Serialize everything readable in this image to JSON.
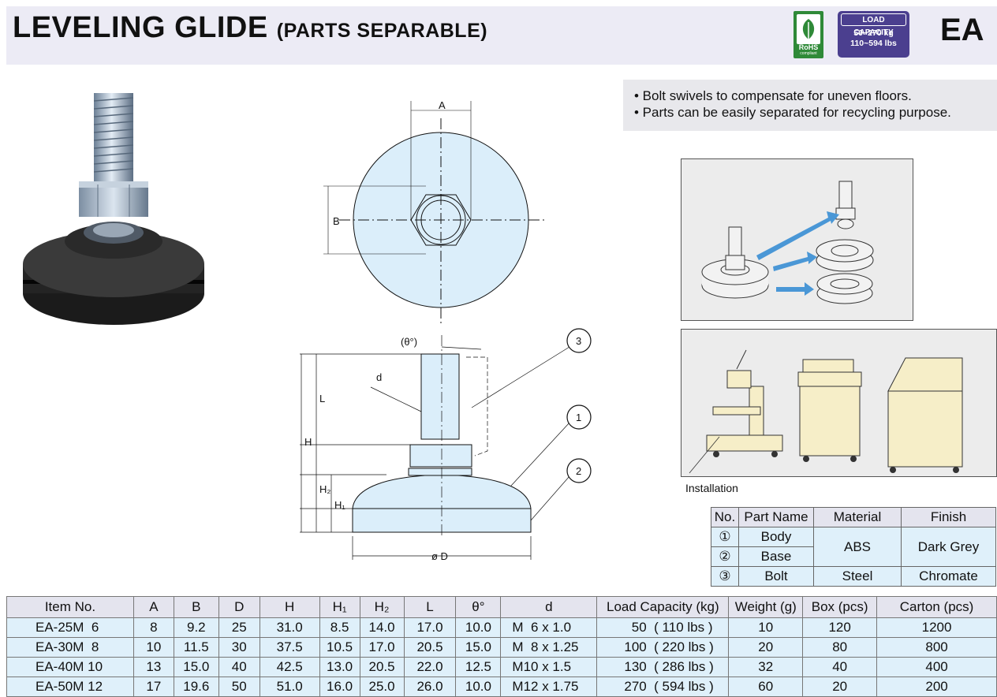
{
  "header": {
    "title": "LEVELING GLIDE",
    "subtitle": "(PARTS SEPARABLE)",
    "code": "EA",
    "rohs": {
      "label": "RoHS",
      "sublabel": "compliant",
      "color": "#2f8a38"
    },
    "load_capacity": {
      "label": "LOAD CAPACITY",
      "kg": "50~270 kg",
      "lbs": "110~594 lbs",
      "color": "#4b3f8f"
    }
  },
  "features": [
    "• Bolt swivels to compensate for uneven floors.",
    "• Parts can be easily separated for recycling purpose."
  ],
  "drawing": {
    "labels": {
      "A": "A",
      "B": "B",
      "theta": "(θ°)",
      "d": "d",
      "L": "L",
      "H": "H",
      "H2": "H₂",
      "H1": "H₁",
      "D": "ø D",
      "n1": "1",
      "n2": "2",
      "n3": "3"
    }
  },
  "installation_caption": "Installation",
  "parts_table": {
    "headers": [
      "No.",
      "Part Name",
      "Material",
      "Finish"
    ],
    "rows": [
      {
        "no": "①",
        "name": "Body",
        "material": "ABS",
        "finish": "Dark Grey"
      },
      {
        "no": "②",
        "name": "Base"
      },
      {
        "no": "③",
        "name": "Bolt",
        "material": "Steel",
        "finish": "Chromate"
      }
    ]
  },
  "spec_table": {
    "headers": [
      "Item No.",
      "A",
      "B",
      "D",
      "H",
      "H₁",
      "H₂",
      "L",
      "θ°",
      "d",
      "Load Capacity (kg)",
      "Weight (g)",
      "Box (pcs)",
      "Carton (pcs)"
    ],
    "rows": [
      [
        "EA-25M  6",
        "8",
        "9.2",
        "25",
        "31.0",
        "8.5",
        "14.0",
        "17.0",
        "10.0",
        "M  6 x 1.0",
        "  50  ( 110 lbs )",
        "10",
        "120",
        "1200"
      ],
      [
        "EA-30M  8",
        "10",
        "11.5",
        "30",
        "37.5",
        "10.5",
        "17.0",
        "20.5",
        "15.0",
        "M  8 x 1.25",
        "100  ( 220 lbs )",
        "20",
        "80",
        "800"
      ],
      [
        "EA-40M 10",
        "13",
        "15.0",
        "40",
        "42.5",
        "13.0",
        "20.5",
        "22.0",
        "12.5",
        "M10 x 1.5",
        "130  ( 286 lbs )",
        "32",
        "40",
        "400"
      ],
      [
        "EA-50M 12",
        "17",
        "19.6",
        "50",
        "51.0",
        "16.0",
        "25.0",
        "26.0",
        "10.0",
        "M12 x 1.75",
        "270  ( 594 lbs )",
        "60",
        "20",
        "200"
      ]
    ]
  }
}
